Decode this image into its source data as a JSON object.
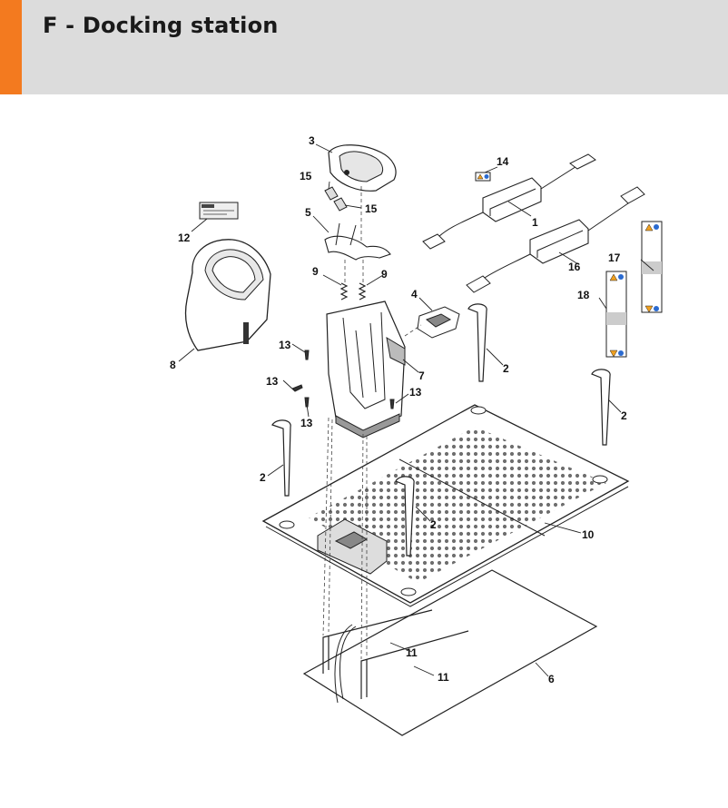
{
  "header": {
    "title": "F - Docking station",
    "accent_color": "#f37a1f",
    "background_color": "#dcdcdc"
  },
  "diagram": {
    "labels": {
      "l1": "1",
      "l2a": "2",
      "l2b": "2",
      "l2c": "2",
      "l2d": "2",
      "l3": "3",
      "l4": "4",
      "l5": "5",
      "l6": "6",
      "l7": "7",
      "l8": "8",
      "l9a": "9",
      "l9b": "9",
      "l10": "10",
      "l11a": "11",
      "l11b": "11",
      "l12": "12",
      "l13a": "13",
      "l13b": "13",
      "l13c": "13",
      "l13d": "13",
      "l14": "14",
      "l15a": "15",
      "l15b": "15",
      "l16": "16",
      "l17": "17",
      "l18": "18"
    }
  }
}
